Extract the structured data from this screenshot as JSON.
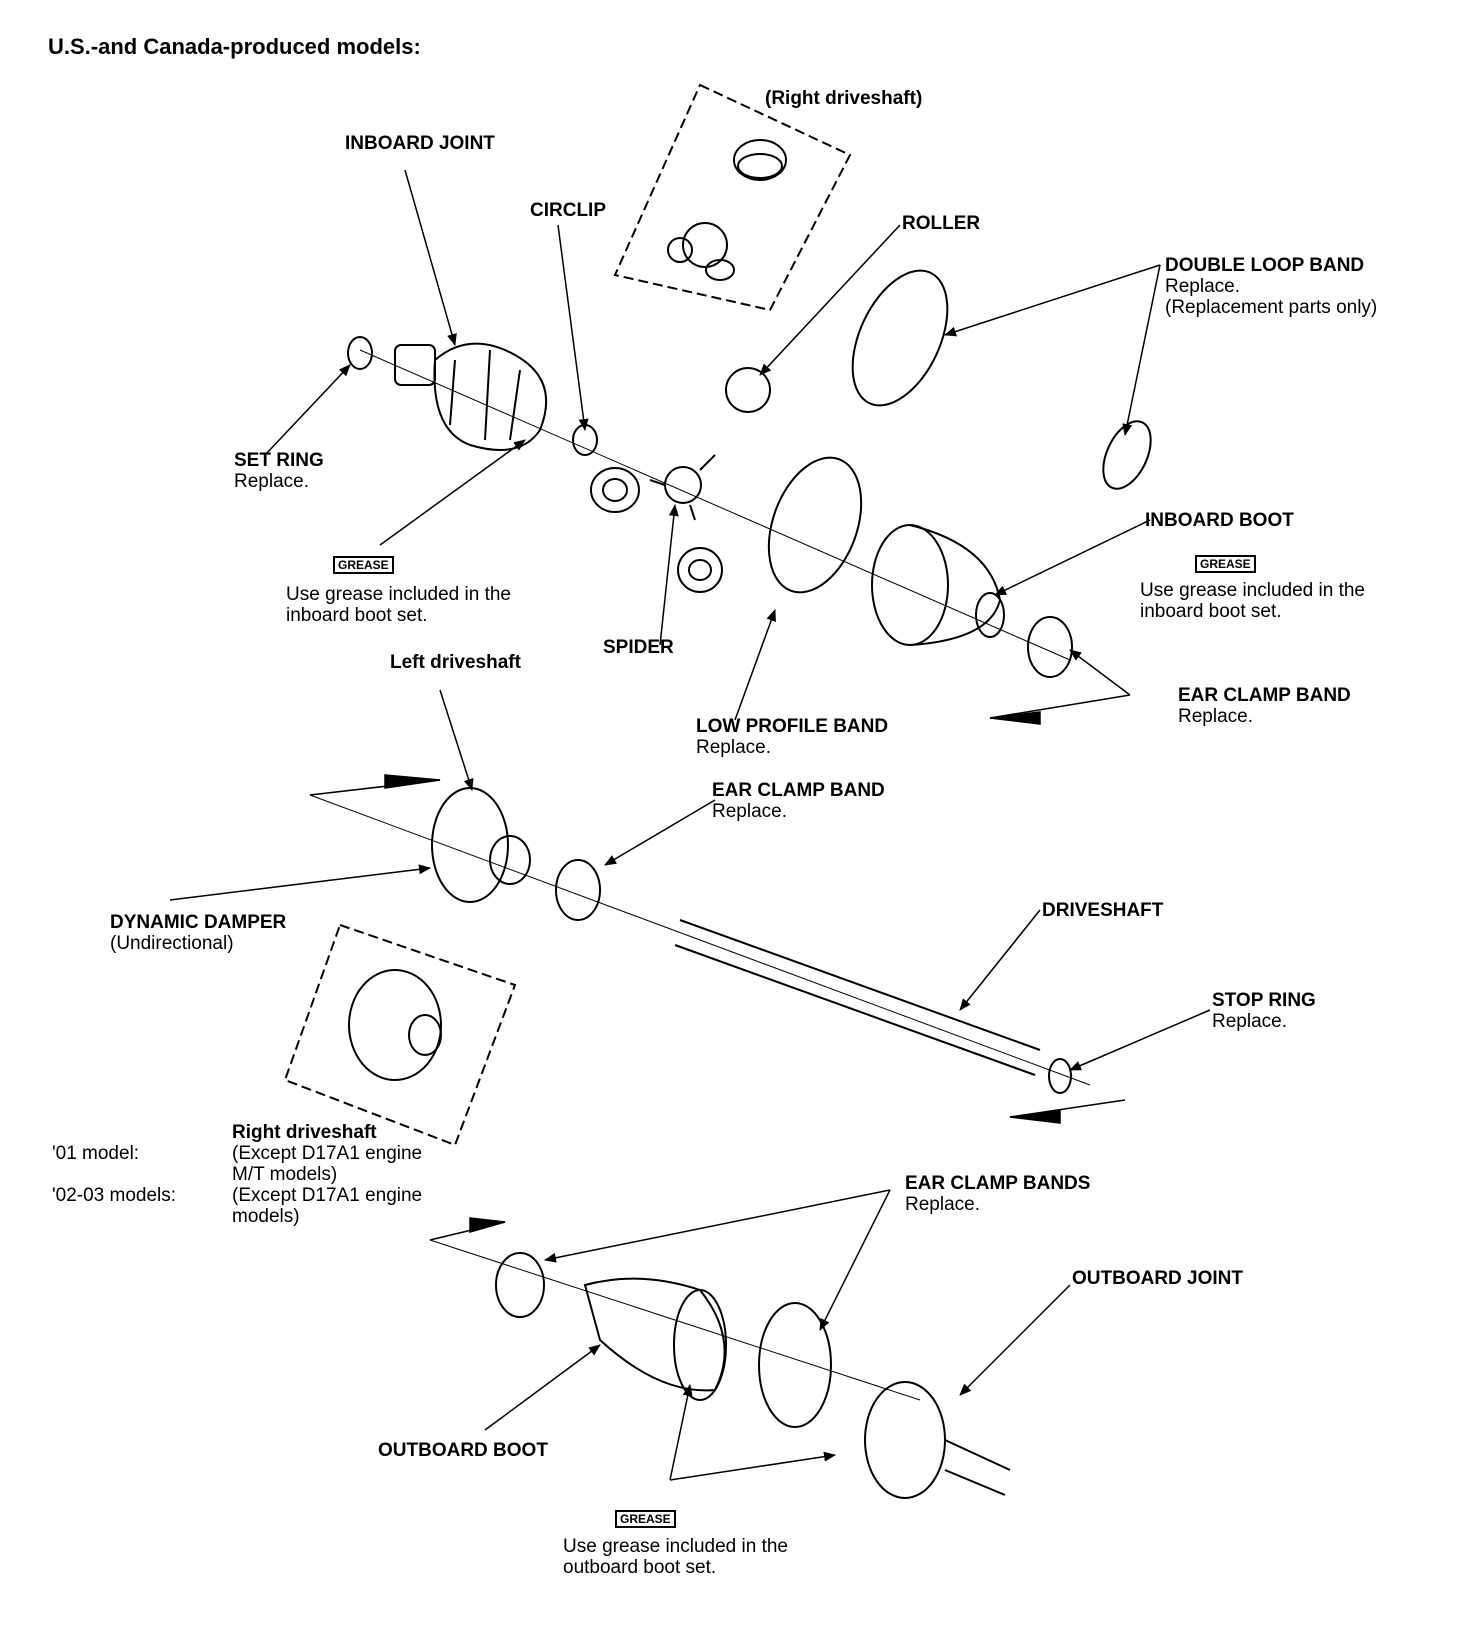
{
  "title": "U.S.-and Canada-produced models:",
  "labels": {
    "right_driveshaft_inset": "(Right driveshaft)",
    "inboard_joint": "INBOARD JOINT",
    "circlip": "CIRCLIP",
    "roller": "ROLLER",
    "double_loop_band": {
      "title": "DOUBLE LOOP BAND",
      "line1": "Replace.",
      "line2": "(Replacement parts only)"
    },
    "set_ring": {
      "title": "SET RING",
      "line1": "Replace."
    },
    "inboard_boot": "INBOARD BOOT",
    "spider": "SPIDER",
    "left_driveshaft": "Left driveshaft",
    "ear_clamp_band_1": {
      "title": "EAR CLAMP BAND",
      "line1": "Replace."
    },
    "low_profile_band": {
      "title": "LOW PROFILE BAND",
      "line1": "Replace."
    },
    "ear_clamp_band_2": {
      "title": "EAR CLAMP BAND",
      "line1": "Replace."
    },
    "driveshaft": "DRIVESHAFT",
    "dynamic_damper": {
      "title": "DYNAMIC DAMPER",
      "line1": "(Undirectional)"
    },
    "stop_ring": {
      "title": "STOP RING",
      "line1": "Replace."
    },
    "ear_clamp_bands": {
      "title": "EAR CLAMP BANDS",
      "line1": "Replace."
    },
    "outboard_joint": "OUTBOARD JOINT",
    "outboard_boot": "OUTBOARD BOOT"
  },
  "grease": {
    "tag": "GREASE",
    "note1": {
      "line1": "Use grease included in the",
      "line2": "inboard boot set."
    },
    "note2": {
      "line1": "Use grease included in the",
      "line2": "inboard boot set."
    },
    "note3": {
      "line1": "Use grease included in the",
      "line2": "outboard boot set."
    }
  },
  "right_driveshaft": {
    "title": "Right driveshaft",
    "rows": [
      {
        "k": "'01 model:",
        "v1": "(Except D17A1 engine",
        "v2": "M/T models)"
      },
      {
        "k": "'02-03 models:",
        "v1": "(Except D17A1 engine",
        "v2": "models)"
      }
    ]
  }
}
